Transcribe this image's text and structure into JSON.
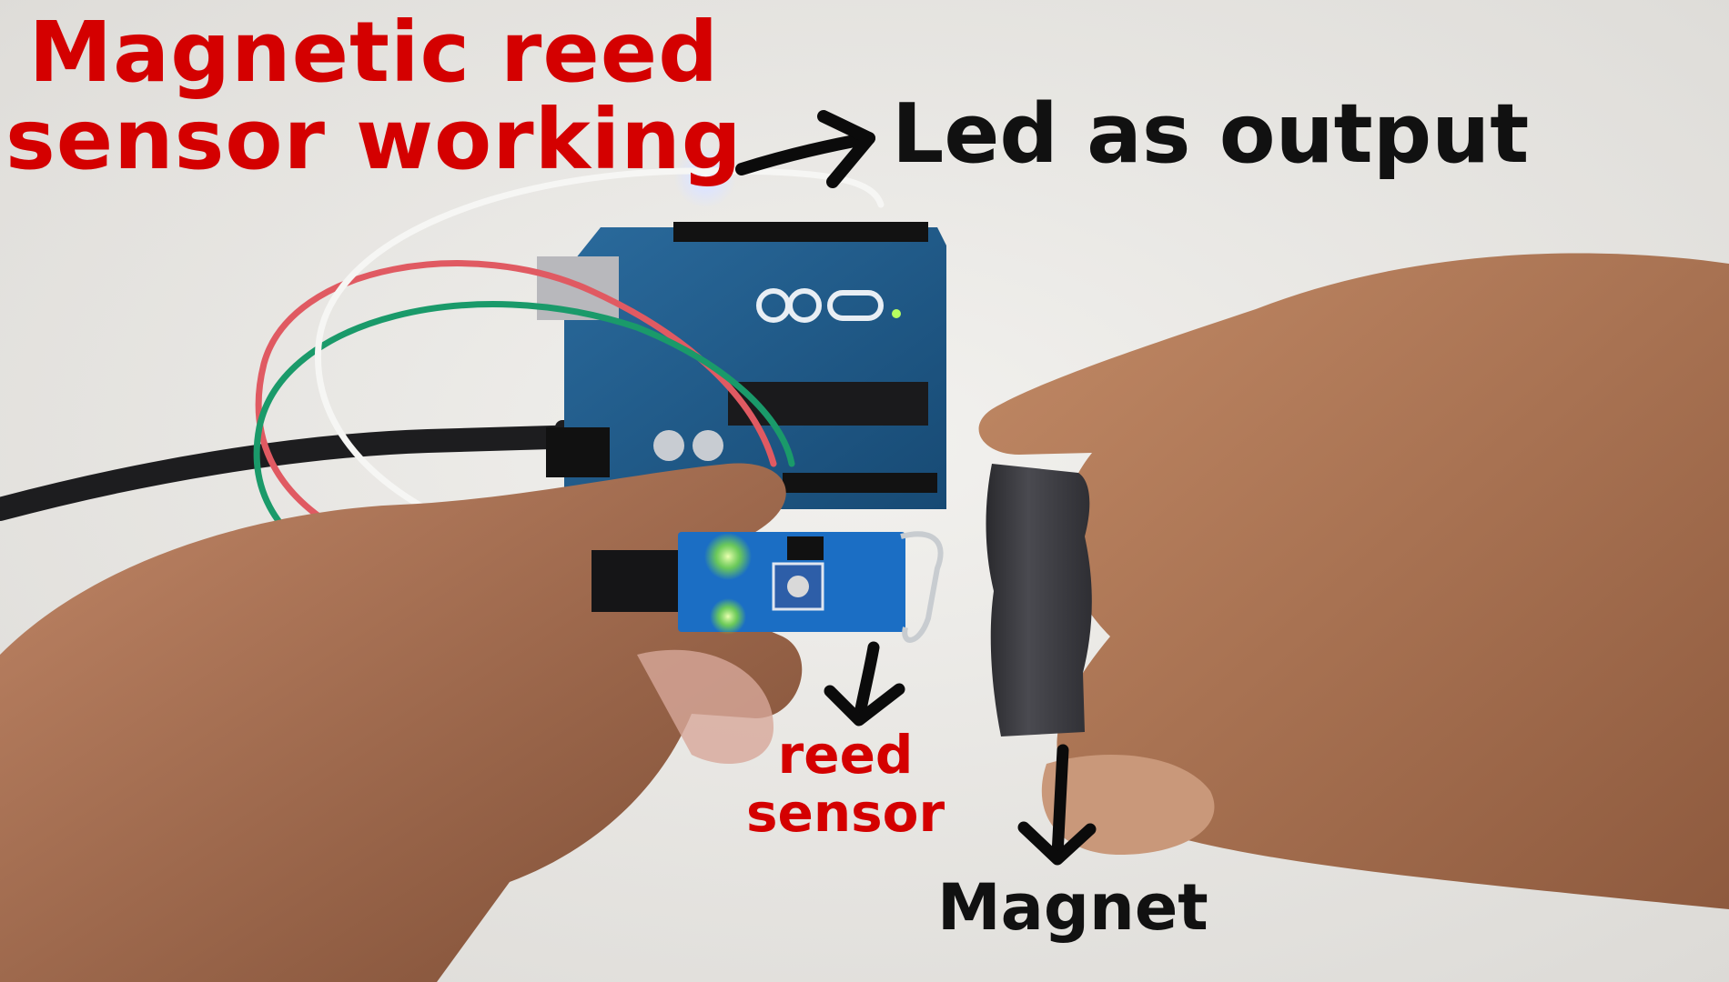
{
  "annotations": {
    "title_line1": "Magnetic reed",
    "title_line2": "sensor working",
    "led_label": "Led as output",
    "reed_label_line1": "reed",
    "reed_label_line2": "sensor",
    "magnet_label": "Magnet"
  },
  "colors": {
    "title": "#d40000",
    "label_dark": "#111111",
    "label_red": "#d40000",
    "background": "#ecebe8",
    "board_blue": "#1f5c8e",
    "sensor_blue": "#1a6fc4",
    "skin": "#b47a58",
    "magnet": "#3c3c40",
    "wire_red": "#e0505a",
    "wire_green": "#1a9a6a",
    "wire_white": "#f4f4f2"
  },
  "icons": {
    "arrow_to_led": "arrow-right-icon",
    "arrow_to_reed": "arrow-down-icon",
    "arrow_to_magnet": "arrow-down-icon"
  }
}
